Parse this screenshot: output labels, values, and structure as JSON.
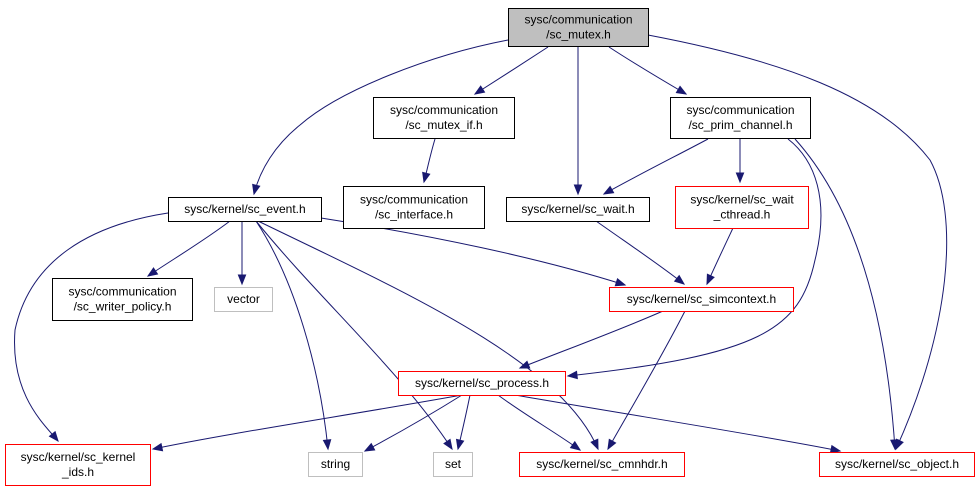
{
  "colors": {
    "edge": "#191970",
    "root_fill": "#bfbfbf",
    "normal_border": "#000000",
    "red_border": "#ff0000",
    "grey_border": "#bfbfbf"
  },
  "nodes": [
    {
      "id": "sc_mutex",
      "lines": [
        "sysc/communication",
        "/sc_mutex.h"
      ],
      "style": "root"
    },
    {
      "id": "sc_mutex_if",
      "lines": [
        "sysc/communication",
        "/sc_mutex_if.h"
      ],
      "style": "normal"
    },
    {
      "id": "sc_prim_channel",
      "lines": [
        "sysc/communication",
        "/sc_prim_channel.h"
      ],
      "style": "normal"
    },
    {
      "id": "sc_event",
      "lines": [
        "sysc/kernel/sc_event.h"
      ],
      "style": "normal"
    },
    {
      "id": "sc_interface",
      "lines": [
        "sysc/communication",
        "/sc_interface.h"
      ],
      "style": "normal"
    },
    {
      "id": "sc_wait",
      "lines": [
        "sysc/kernel/sc_wait.h"
      ],
      "style": "normal"
    },
    {
      "id": "sc_wait_cthread",
      "lines": [
        "sysc/kernel/sc_wait",
        "_cthread.h"
      ],
      "style": "red"
    },
    {
      "id": "sc_writer_policy",
      "lines": [
        "sysc/communication",
        "/sc_writer_policy.h"
      ],
      "style": "normal"
    },
    {
      "id": "vector",
      "lines": [
        "vector"
      ],
      "style": "grey"
    },
    {
      "id": "sc_simcontext",
      "lines": [
        "sysc/kernel/sc_simcontext.h"
      ],
      "style": "red"
    },
    {
      "id": "sc_process",
      "lines": [
        "sysc/kernel/sc_process.h"
      ],
      "style": "red"
    },
    {
      "id": "sc_kernel_ids",
      "lines": [
        "sysc/kernel/sc_kernel",
        "_ids.h"
      ],
      "style": "red"
    },
    {
      "id": "string",
      "lines": [
        "string"
      ],
      "style": "grey"
    },
    {
      "id": "set",
      "lines": [
        "set"
      ],
      "style": "grey"
    },
    {
      "id": "sc_cmnhdr",
      "lines": [
        "sysc/kernel/sc_cmnhdr.h"
      ],
      "style": "red"
    },
    {
      "id": "sc_object",
      "lines": [
        "sysc/kernel/sc_object.h"
      ],
      "style": "red"
    }
  ],
  "edges": [
    {
      "from": "sc_mutex",
      "to": "sc_mutex_if"
    },
    {
      "from": "sc_mutex",
      "to": "sc_prim_channel"
    },
    {
      "from": "sc_mutex",
      "to": "sc_event"
    },
    {
      "from": "sc_mutex",
      "to": "sc_wait"
    },
    {
      "from": "sc_mutex",
      "to": "sc_object"
    },
    {
      "from": "sc_mutex_if",
      "to": "sc_interface"
    },
    {
      "from": "sc_prim_channel",
      "to": "sc_wait"
    },
    {
      "from": "sc_prim_channel",
      "to": "sc_wait_cthread"
    },
    {
      "from": "sc_prim_channel",
      "to": "sc_process"
    },
    {
      "from": "sc_prim_channel",
      "to": "sc_object"
    },
    {
      "from": "sc_event",
      "to": "sc_writer_policy"
    },
    {
      "from": "sc_event",
      "to": "vector"
    },
    {
      "from": "sc_event",
      "to": "sc_simcontext"
    },
    {
      "from": "sc_event",
      "to": "sc_kernel_ids"
    },
    {
      "from": "sc_event",
      "to": "string"
    },
    {
      "from": "sc_event",
      "to": "set"
    },
    {
      "from": "sc_event",
      "to": "sc_cmnhdr"
    },
    {
      "from": "sc_wait",
      "to": "sc_simcontext"
    },
    {
      "from": "sc_wait_cthread",
      "to": "sc_simcontext"
    },
    {
      "from": "sc_simcontext",
      "to": "sc_process"
    },
    {
      "from": "sc_simcontext",
      "to": "sc_cmnhdr"
    },
    {
      "from": "sc_process",
      "to": "sc_kernel_ids"
    },
    {
      "from": "sc_process",
      "to": "string"
    },
    {
      "from": "sc_process",
      "to": "set"
    },
    {
      "from": "sc_process",
      "to": "sc_cmnhdr"
    },
    {
      "from": "sc_process",
      "to": "sc_object"
    }
  ]
}
